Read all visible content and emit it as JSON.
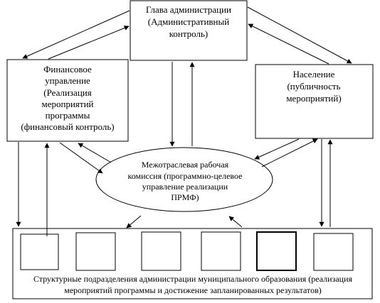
{
  "nodes": {
    "head": {
      "lines": [
        "Глава администрации",
        "(Административный",
        "контроль)"
      ]
    },
    "finance": {
      "lines": [
        "Финансовое",
        "управление",
        "(Реализация",
        "мероприятий",
        "программы",
        "(финансовый контроль)"
      ]
    },
    "population": {
      "lines": [
        "Население",
        "(публичность",
        "мероприятий)"
      ]
    },
    "commission": {
      "lines": [
        "Межотраслевая рабочая",
        "комиссия (программно-целевое",
        "управление реализации",
        "ПРМФ)"
      ]
    },
    "departments": {
      "lines": [
        "Структурные подразделения администрации муниципального образования (реализация",
        "мероприятий программы и достижение запланированных результатов)"
      ]
    }
  }
}
